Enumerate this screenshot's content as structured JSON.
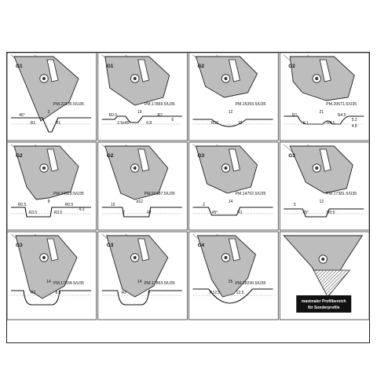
{
  "cells": [
    {
      "group": "G1",
      "part": "PM.22135.5/U35",
      "dims": [
        "2",
        "R1",
        "R1",
        "45°"
      ]
    },
    {
      "group": "G1",
      "part": "PM.17869.5/U35",
      "dims": [
        "19",
        "2.5x45°",
        "6.8",
        "R0.5",
        "R2",
        "6"
      ]
    },
    {
      "group": "G2",
      "part": "PM.25359.5/U35",
      "dims": [
        "12",
        "R10",
        "10"
      ]
    },
    {
      "group": "G2",
      "part": "PM.20671.5/U35",
      "dims": [
        "21",
        "9.1",
        "R4.5",
        "R1",
        "R4.5",
        "5.2",
        "4.8"
      ]
    },
    {
      "group": "G2",
      "part": "PM.34929.5/U35",
      "dims": [
        "8",
        "R3.5",
        "R3.5",
        "R0.5",
        "R0.5",
        "4.3"
      ]
    },
    {
      "group": "G2",
      "part": "PM.50187.5/U35",
      "dims": [
        "ø12",
        "7",
        "R/",
        "10"
      ]
    },
    {
      "group": "G3",
      "part": "PM.14752.5/U35",
      "dims": [
        "14",
        "45°",
        "R1",
        "2"
      ]
    },
    {
      "group": "G3",
      "part": "PM.17381.5/U35",
      "dims": [
        "12",
        "45°",
        "R0.5",
        "5"
      ]
    },
    {
      "group": "G3",
      "part": "PM.17834.5/U35",
      "dims": [
        "14",
        "R3",
        "8.5"
      ]
    },
    {
      "group": "G3",
      "part": "PM.17863.5/U35",
      "dims": [
        "14",
        "R3",
        "8"
      ]
    },
    {
      "group": "G4",
      "part": "PM.28230.5/U35",
      "dims": [
        "25",
        "R12.5",
        "12.5"
      ]
    }
  ],
  "note": {
    "line1": "maximaler Profilbereich",
    "line2": "für Sonderprofile"
  }
}
